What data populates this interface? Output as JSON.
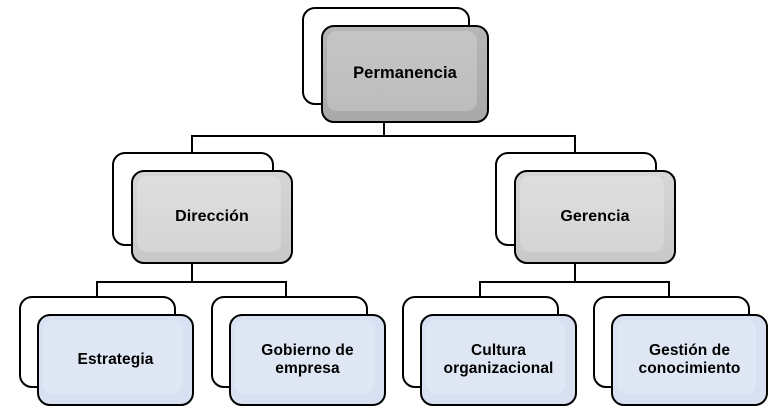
{
  "diagram": {
    "type": "hierarchy-tree",
    "title": "Permanencia",
    "colors": {
      "root_fill": "#aeaeae",
      "mid_fill": "#d0d0d0",
      "leaf_fill": "#d7e1f1",
      "border": "#000000",
      "connector": "#000000",
      "background": "#ffffff",
      "text": "#000000"
    },
    "levels": [
      {
        "level": 1,
        "nodes": [
          {
            "id": "permanencia",
            "label": "Permanencia"
          }
        ]
      },
      {
        "level": 2,
        "nodes": [
          {
            "id": "direccion",
            "label": "Dirección",
            "parent": "permanencia"
          },
          {
            "id": "gerencia",
            "label": "Gerencia",
            "parent": "permanencia"
          }
        ]
      },
      {
        "level": 3,
        "nodes": [
          {
            "id": "estrategia",
            "label": "Estrategia",
            "parent": "direccion"
          },
          {
            "id": "gobierno-de-empresa",
            "label": "Gobierno de empresa",
            "parent": "direccion"
          },
          {
            "id": "cultura-organizacional",
            "label": "Cultura organizacional",
            "parent": "gerencia"
          },
          {
            "id": "gestion-de-conocimiento",
            "label": "Gestión de conocimiento",
            "parent": "gerencia"
          }
        ]
      }
    ],
    "nodes": {
      "root": {
        "label": "Permanencia"
      },
      "mid_left": {
        "label": "Dirección"
      },
      "mid_right": {
        "label": "Gerencia"
      },
      "leaf_1": {
        "label": "Estrategia"
      },
      "leaf_2": {
        "label": "Gobierno de empresa"
      },
      "leaf_3": {
        "label": "Cultura organizacional"
      },
      "leaf_4": {
        "label": "Gestión de conocimiento"
      }
    }
  }
}
